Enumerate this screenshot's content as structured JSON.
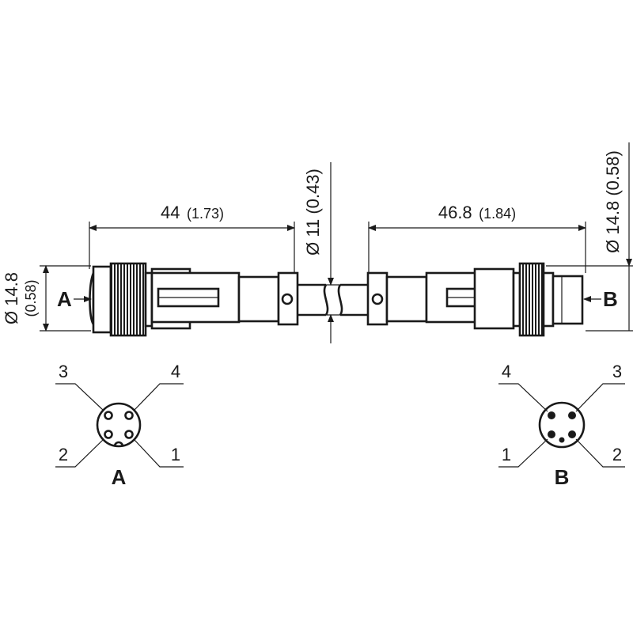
{
  "dimensions": {
    "left_length_value": "44",
    "left_length_inch": "(1.73)",
    "right_length_value": "46.8",
    "right_length_inch": "(1.84)",
    "left_diameter_value": "Ø 14.8",
    "left_diameter_inch": "(0.58)",
    "cable_diameter": "Ø 11 (0.43)",
    "right_diameter": "Ø 14.8 (0.58)"
  },
  "connectors": {
    "a": {
      "label": "A",
      "pins": [
        "3",
        "4",
        "2",
        "1"
      ]
    },
    "b": {
      "label": "B",
      "pins": [
        "4",
        "3",
        "1",
        "2"
      ]
    }
  }
}
